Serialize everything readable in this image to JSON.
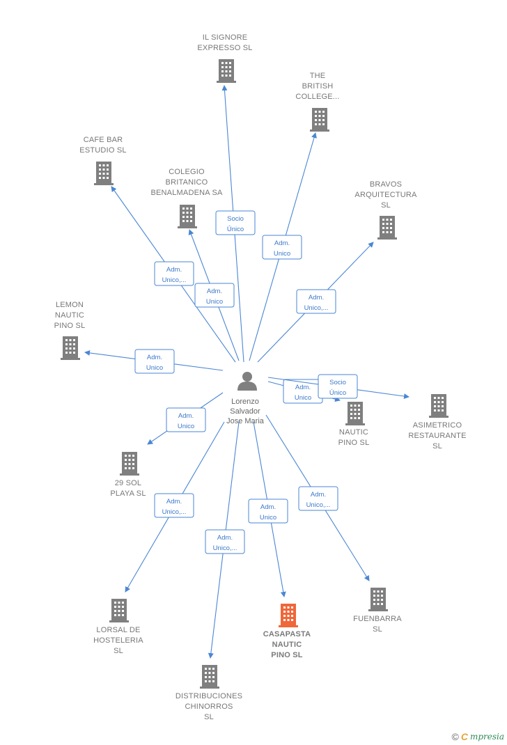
{
  "center": {
    "name_lines": [
      "Lorenzo",
      "Salvador",
      "Jose Maria"
    ],
    "icon": "person-icon"
  },
  "colors": {
    "edge": "#4a86d4",
    "company": "#7f7f7f",
    "highlight": "#f0673a"
  },
  "companies": [
    {
      "id": "il-signore",
      "lines": [
        "IL SIGNORE",
        "EXPRESSO  SL"
      ],
      "relation": [
        "Socio",
        "Único"
      ],
      "highlight": false
    },
    {
      "id": "british-college",
      "lines": [
        "THE",
        "BRITISH",
        "COLLEGE..."
      ],
      "relation": [
        "Adm.",
        "Unico"
      ],
      "highlight": false
    },
    {
      "id": "cafe-bar",
      "lines": [
        "CAFE BAR",
        "ESTUDIO SL"
      ],
      "relation": [
        "Adm.",
        "Unico,..."
      ],
      "highlight": false
    },
    {
      "id": "colegio-britanico",
      "lines": [
        "COLEGIO",
        "BRITANICO",
        "BENALMADENA SA"
      ],
      "relation": [
        "Adm.",
        "Unico"
      ],
      "highlight": false
    },
    {
      "id": "bravos",
      "lines": [
        "BRAVOS",
        "ARQUITECTURA",
        "SL"
      ],
      "relation": [
        "Adm.",
        "Unico,..."
      ],
      "highlight": false
    },
    {
      "id": "lemon-nautic",
      "lines": [
        "LEMON",
        "NAUTIC",
        "PINO  SL"
      ],
      "relation": [
        "Adm.",
        "Unico"
      ],
      "highlight": false
    },
    {
      "id": "nautic-pino",
      "lines": [
        "NAUTIC",
        "PINO SL"
      ],
      "relation": [
        "Adm.",
        "Unico"
      ],
      "highlight": false
    },
    {
      "id": "asimetrico",
      "lines": [
        "ASIMETRICO",
        "RESTAURANTE",
        "SL"
      ],
      "relation": [
        "Socio",
        "Único"
      ],
      "highlight": false
    },
    {
      "id": "29-sol",
      "lines": [
        "29 SOL",
        "PLAYA  SL"
      ],
      "relation": [
        "Adm.",
        "Unico"
      ],
      "highlight": false
    },
    {
      "id": "lorsal",
      "lines": [
        "LORSAL DE",
        "HOSTELERIA",
        "SL"
      ],
      "relation": [
        "Adm.",
        "Unico,..."
      ],
      "highlight": false
    },
    {
      "id": "distribuciones",
      "lines": [
        "DISTRIBUCIONES",
        "CHINORROS",
        "SL"
      ],
      "relation": [
        "Adm.",
        "Unico,..."
      ],
      "highlight": false
    },
    {
      "id": "casapasta",
      "lines": [
        "CASAPASTA",
        "NAUTIC",
        "PINO  SL"
      ],
      "relation": [
        "Adm.",
        "Unico"
      ],
      "highlight": true
    },
    {
      "id": "fuenbarra",
      "lines": [
        "FUENBARRA",
        "SL"
      ],
      "relation": [
        "Adm.",
        "Unico,..."
      ],
      "highlight": false
    }
  ],
  "footer": {
    "copyright": "©",
    "brand_initial": "C",
    "brand_rest": "mpresia"
  }
}
